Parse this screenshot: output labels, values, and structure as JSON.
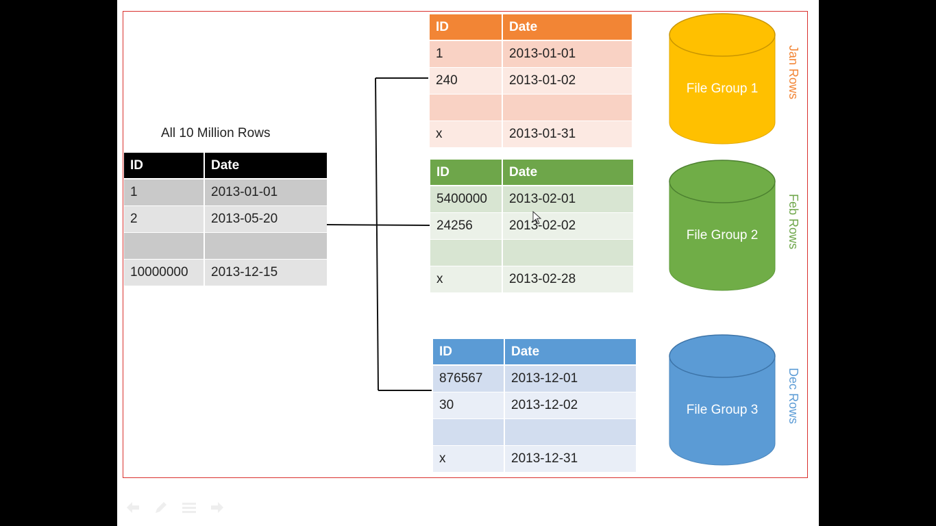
{
  "main_table": {
    "caption": "All 10 Million Rows",
    "headers": [
      "ID",
      "Date"
    ],
    "rows": [
      [
        "1",
        "2013-01-01"
      ],
      [
        "2",
        "2013-05-20"
      ],
      [
        "",
        ""
      ],
      [
        "10000000",
        "2013-12-15"
      ]
    ]
  },
  "partitions": [
    {
      "key": "jan",
      "headers": [
        "ID",
        "Date"
      ],
      "rows": [
        [
          "1",
          "2013-01-01"
        ],
        [
          "240",
          "2013-01-02"
        ],
        [
          "",
          ""
        ],
        [
          "x",
          "2013-01-31"
        ]
      ],
      "file_group": "File Group 1",
      "side_label": "Jan Rows",
      "color": "#f28535",
      "cyl_color": "#ffc000"
    },
    {
      "key": "feb",
      "headers": [
        "ID",
        "Date"
      ],
      "rows": [
        [
          "5400000",
          "2013-02-01"
        ],
        [
          "24256",
          "2013-02-02"
        ],
        [
          "",
          ""
        ],
        [
          "x",
          "2013-02-28"
        ]
      ],
      "file_group": "File Group 2",
      "side_label": "Feb Rows",
      "color": "#6ea64a",
      "cyl_color": "#70ad47"
    },
    {
      "key": "dec",
      "headers": [
        "ID",
        "Date"
      ],
      "rows": [
        [
          "876567",
          "2013-12-01"
        ],
        [
          "30",
          "2013-12-02"
        ],
        [
          "",
          ""
        ],
        [
          "x",
          "2013-12-31"
        ]
      ],
      "file_group": "File Group 3",
      "side_label": "Dec Rows",
      "color": "#5b9bd5",
      "cyl_color": "#5b9bd5"
    }
  ],
  "nav_icons": [
    "back-arrow-icon",
    "pen-icon",
    "slides-menu-icon",
    "forward-arrow-icon"
  ]
}
